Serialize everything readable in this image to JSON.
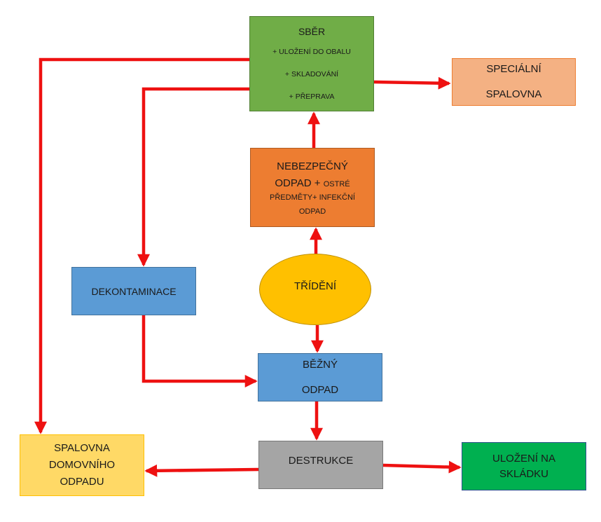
{
  "nodes": {
    "sber": {
      "title": "SBĚR",
      "lines": [
        "+ ULOŽENÍ DO OBALU",
        "+ SKLADOVÁNÍ",
        "+ PŘEPRAVA"
      ]
    },
    "specialni": {
      "line1": "SPECIÁLNÍ",
      "line2": "SPALOVNA"
    },
    "nebezpecny": {
      "line1": "NEBEZPEČNÝ",
      "line2_big": "ODPAD + ",
      "line2_small": "OSTRÉ",
      "line3": "PŘEDMĚTY+ INFEKČNÍ",
      "line4": "ODPAD"
    },
    "dekontaminace": {
      "label": "DEKONTAMINACE"
    },
    "trideni": {
      "label": "TŘÍDĚNÍ"
    },
    "bezny": {
      "line1": "BĚŽNÝ",
      "line2": "ODPAD"
    },
    "spalovna_domovni": {
      "line1": "SPALOVNA",
      "line2": "DOMOVNÍHO",
      "line3": "ODPADU"
    },
    "destrukce": {
      "label": "DESTRUKCE"
    },
    "ulozeni": {
      "line1": "ULOŽENÍ NA",
      "line2": "SKLÁDKU"
    }
  },
  "colors": {
    "arrow": "#ee1111",
    "sber": "#70ad47",
    "specialni": "#f4b183",
    "nebezpecny": "#ed7d31",
    "blue": "#5b9bd5",
    "trideni": "#ffc000",
    "spalovna_domovni": "#ffd966",
    "destrukce": "#a5a5a5",
    "ulozeni": "#00b050"
  }
}
